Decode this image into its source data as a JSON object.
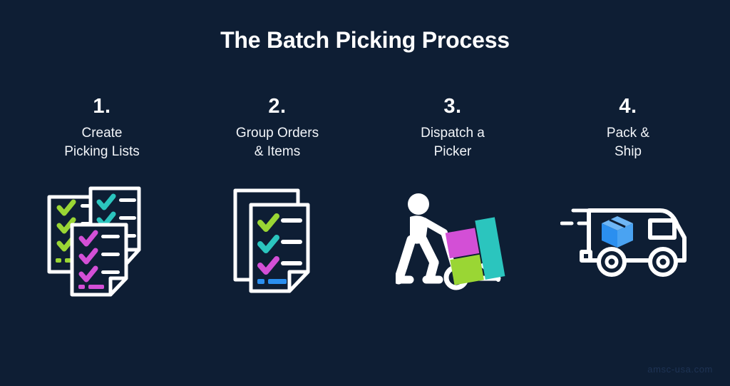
{
  "page": {
    "title": "The Batch Picking Process",
    "background_color": "#0e1e34",
    "watermark": "amsc-usa.com"
  },
  "palette": {
    "background": "#0e1e34",
    "white": "#ffffff",
    "green": "#9ad634",
    "teal": "#2bc5be",
    "magenta": "#d34fd6",
    "blue": "#2b8fef",
    "watermark_text": "#1e3354"
  },
  "steps": [
    {
      "number": "1.",
      "label": "Create\nPicking Lists",
      "icon_name": "picking-lists-icon"
    },
    {
      "number": "2.",
      "label": "Group Orders\n& Items",
      "icon_name": "grouped-documents-icon"
    },
    {
      "number": "3.",
      "label": "Dispatch a\nPicker",
      "icon_name": "worker-hand-truck-icon"
    },
    {
      "number": "4.",
      "label": "Pack &\nShip",
      "icon_name": "delivery-van-icon"
    }
  ]
}
